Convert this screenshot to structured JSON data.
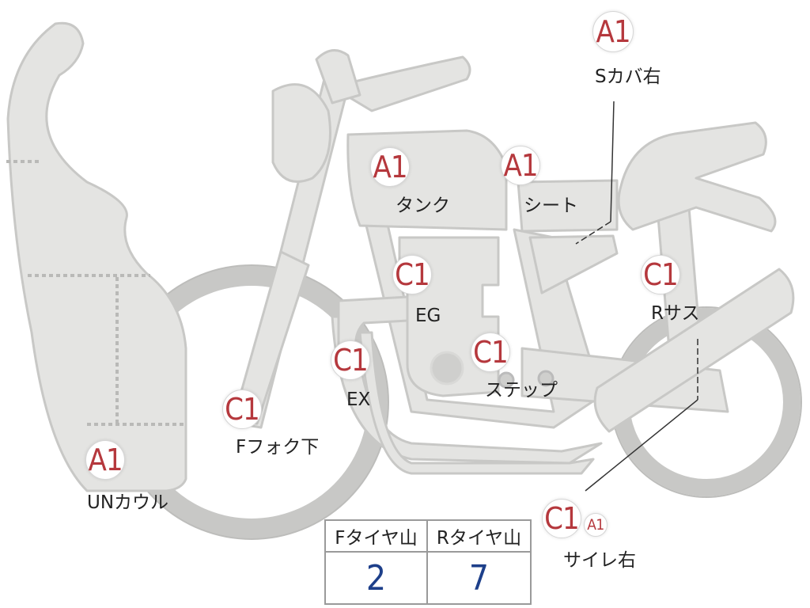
{
  "colors": {
    "marker_text": "#b5383d",
    "value_text": "#1d3f8a",
    "body_fill": "#e4e4e2",
    "body_stroke": "#c8c8c6"
  },
  "markers": {
    "s_cover_right": "A1",
    "tank": "A1",
    "seat": "A1",
    "engine": "C1",
    "rear_suspension": "C1",
    "exhaust": "C1",
    "step": "C1",
    "front_fork_lower": "C1",
    "under_cowl": "A1",
    "silencer_right_main": "C1",
    "silencer_right_alt": "A1"
  },
  "labels": {
    "s_cover_right": "Sカバ右",
    "tank": "タンク",
    "seat": "シート",
    "engine": "EG",
    "rear_suspension": "Rサス",
    "exhaust": "EX",
    "step": "ステップ",
    "front_fork_lower": "Fフォク下",
    "under_cowl": "UNカウル",
    "silencer_right": "サイレ右"
  },
  "tire_table": {
    "headers": [
      "Fタイヤ山",
      "Rタイヤ山"
    ],
    "values": [
      "2",
      "7"
    ]
  }
}
